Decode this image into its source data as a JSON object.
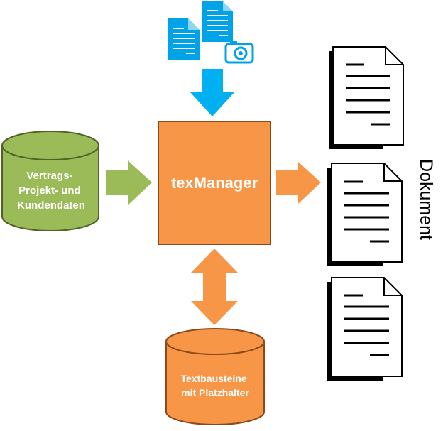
{
  "center_box": {
    "label": "texManager",
    "color": "#f79646",
    "border": "#8b4a1a"
  },
  "left_database": {
    "lines": [
      "Vertrags-",
      "Projekt- und",
      "Kundendaten"
    ],
    "color": "#9bbb59",
    "border": "#4f6228"
  },
  "bottom_database": {
    "lines": [
      "Textbausteine",
      "mit Platzhalter"
    ],
    "color": "#f79646",
    "border": "#8b4a1a"
  },
  "output": {
    "label": "Dokument",
    "document_count": 3
  },
  "input_icons": [
    "document-icon",
    "document-icon",
    "camera-icon"
  ],
  "colors": {
    "input_arrow": "#00b0f0",
    "green_arrow": "#9bbb59",
    "orange_arrow": "#f79646",
    "icon_blue": "#00a2e8"
  }
}
